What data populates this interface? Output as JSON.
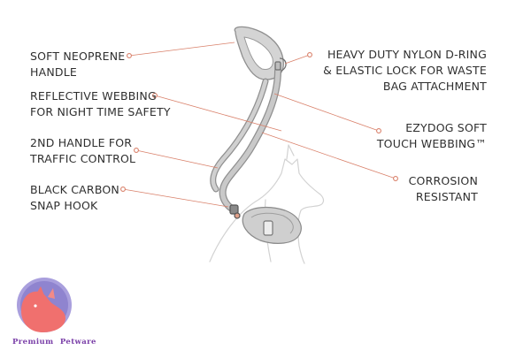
{
  "colors": {
    "leash": "#8f8f8f",
    "leash_fill": "#c9c9c9",
    "dog_outline": "#d2d2d2",
    "callout_line": "#d9806a",
    "callout_dot": "#d9806a",
    "logo_purple": "#9b8fd6",
    "logo_pink": "#f0706e",
    "brand_text": "#7a3fa8"
  },
  "labels": [
    {
      "id": "handle",
      "lines": [
        "SOFT NEOPRENE",
        "HANDLE"
      ]
    },
    {
      "id": "reflective",
      "lines": [
        "REFLECTIVE WEBBING",
        "FOR NIGHT TIME SAFETY"
      ]
    },
    {
      "id": "second-handle",
      "lines": [
        "2ND HANDLE FOR",
        "TRAFFIC CONTROL"
      ]
    },
    {
      "id": "snap-hook",
      "lines": [
        "BLACK CARBON",
        "SNAP HOOK"
      ]
    },
    {
      "id": "d-ring",
      "lines": [
        "HEAVY DUTY NYLON D-RING",
        "& ELASTIC LOCK FOR WASTE",
        "BAG ATTACHMENT"
      ]
    },
    {
      "id": "webbing",
      "lines": [
        "EZYDOG SOFT",
        "TOUCH WEBBING™"
      ]
    },
    {
      "id": "corrosion",
      "lines": [
        "CORROSION",
        "RESISTANT"
      ]
    }
  ],
  "brand": {
    "name_part1": "Premium",
    "name_part2": "Petware"
  },
  "icons": {
    "logo": "pet-logo-icon"
  }
}
